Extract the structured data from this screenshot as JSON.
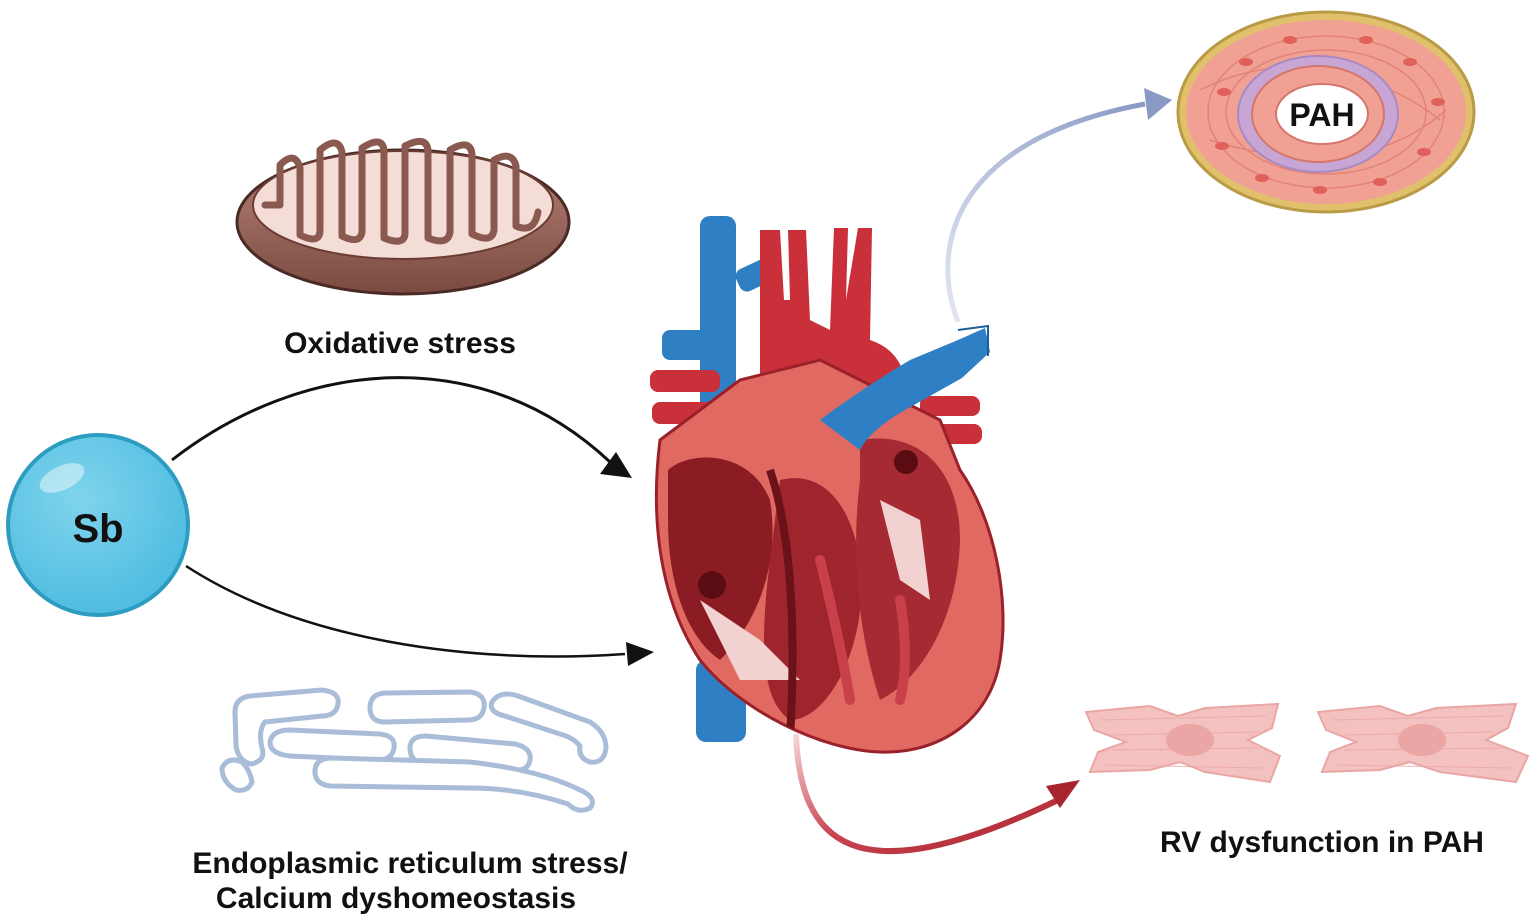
{
  "labels": {
    "oxidative": "Oxidative stress",
    "er_line1": "Endoplasmic reticulum stress/",
    "er_line2": "Calcium dyshomeostasis",
    "rv": "RV dysfunction in PAH",
    "sb": "Sb",
    "pah": "PAH"
  },
  "icons": [
    "mitochondrion-icon",
    "endoplasmic-reticulum-icon",
    "heart-icon",
    "artery-cross-section-icon",
    "cardiomyocyte-icon",
    "sb-sphere-icon"
  ],
  "colors": {
    "sb_fill": "#5cc6e4",
    "sb_stroke": "#2c9cc0",
    "mito_outer": "#8a5a50",
    "mito_inner": "#f4ddd6",
    "er_stroke": "#a9bdd8",
    "heart_red": "#c9303a",
    "heart_dark": "#8c1c24",
    "vein_blue": "#2f7fc4",
    "artery_wall": "#f0a194",
    "artery_border": "#e0c06a",
    "artery_purple": "#c7a6d6",
    "cell_pink": "#f3c1bf",
    "arrow_black": "#111111",
    "arrow_blue": "#8a98c4",
    "arrow_red": "#a8242e"
  }
}
